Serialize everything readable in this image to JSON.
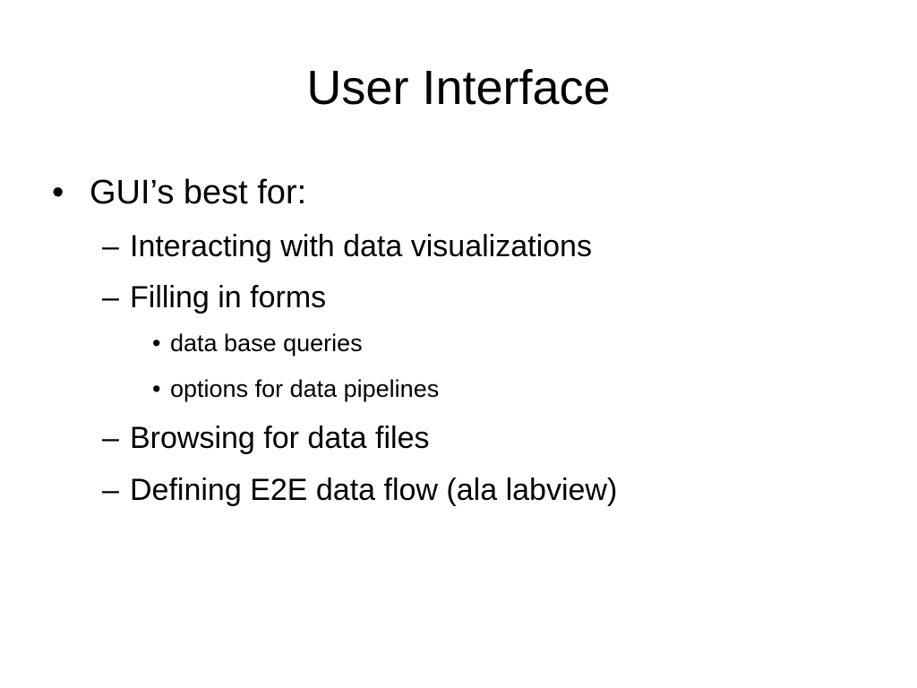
{
  "slide": {
    "title": "User Interface",
    "bullet": {
      "marker": "•",
      "text": "GUI’s best for:"
    },
    "subitems": [
      {
        "marker": "–",
        "text": "Interacting with data visualizations"
      },
      {
        "marker": "–",
        "text": "Filling in forms"
      },
      {
        "marker": "–",
        "text": "Browsing for data files"
      },
      {
        "marker": "–",
        "text": "Defining E2E data flow (ala labview)"
      }
    ],
    "subsubitems": [
      {
        "marker": "•",
        "text": "data base queries"
      },
      {
        "marker": "•",
        "text": "options for data pipelines"
      }
    ]
  }
}
